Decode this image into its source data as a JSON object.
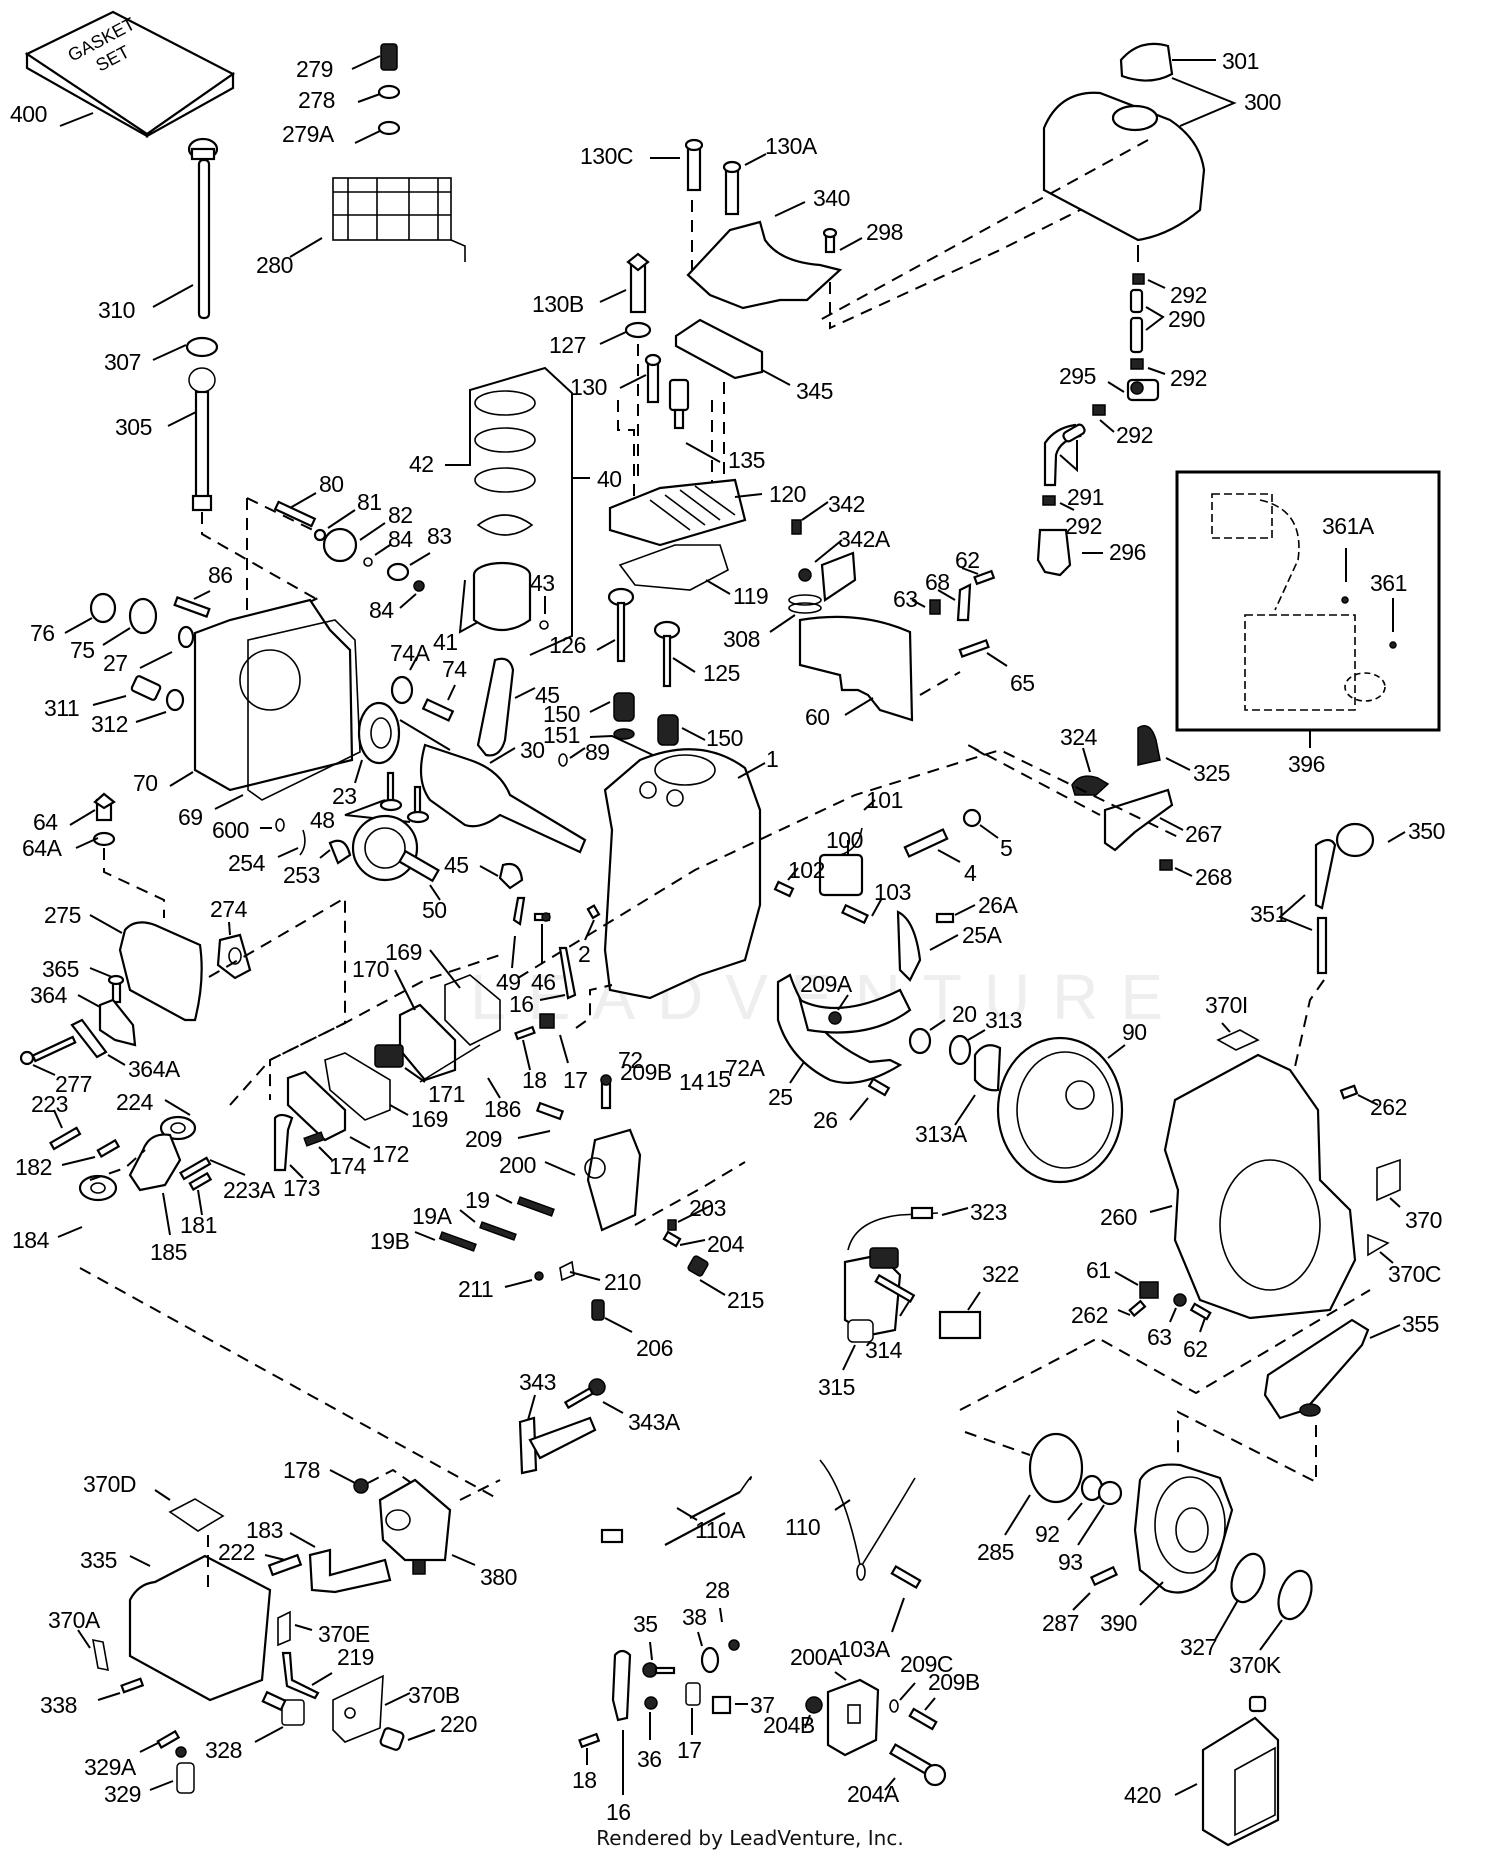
{
  "diagram": {
    "title": "Engine exploded parts diagram",
    "gasket_set_text": [
      "GASKET",
      "SET"
    ],
    "footer": "Rendered by LeadVenture, Inc.",
    "watermark": "LEADVENTURE",
    "callouts": [
      {
        "id": "400",
        "label": "400"
      },
      {
        "id": "279",
        "label": "279"
      },
      {
        "id": "278",
        "label": "278"
      },
      {
        "id": "279A",
        "label": "279A"
      },
      {
        "id": "280",
        "label": "280"
      },
      {
        "id": "310",
        "label": "310"
      },
      {
        "id": "307",
        "label": "307"
      },
      {
        "id": "305",
        "label": "305"
      },
      {
        "id": "130C",
        "label": "130C"
      },
      {
        "id": "130A",
        "label": "130A"
      },
      {
        "id": "340",
        "label": "340"
      },
      {
        "id": "298",
        "label": "298"
      },
      {
        "id": "130B",
        "label": "130B"
      },
      {
        "id": "127",
        "label": "127"
      },
      {
        "id": "130",
        "label": "130"
      },
      {
        "id": "345",
        "label": "345"
      },
      {
        "id": "301",
        "label": "301"
      },
      {
        "id": "300",
        "label": "300"
      },
      {
        "id": "292a",
        "label": "292"
      },
      {
        "id": "290",
        "label": "290"
      },
      {
        "id": "292b",
        "label": "292"
      },
      {
        "id": "295",
        "label": "295"
      },
      {
        "id": "292c",
        "label": "292"
      },
      {
        "id": "291",
        "label": "291"
      },
      {
        "id": "292d",
        "label": "292"
      },
      {
        "id": "296",
        "label": "296"
      },
      {
        "id": "42",
        "label": "42"
      },
      {
        "id": "40",
        "label": "40"
      },
      {
        "id": "135",
        "label": "135"
      },
      {
        "id": "120",
        "label": "120"
      },
      {
        "id": "80",
        "label": "80"
      },
      {
        "id": "81",
        "label": "81"
      },
      {
        "id": "82",
        "label": "82"
      },
      {
        "id": "84a",
        "label": "84"
      },
      {
        "id": "83",
        "label": "83"
      },
      {
        "id": "84b",
        "label": "84"
      },
      {
        "id": "43",
        "label": "43"
      },
      {
        "id": "41",
        "label": "41"
      },
      {
        "id": "86",
        "label": "86"
      },
      {
        "id": "76",
        "label": "76"
      },
      {
        "id": "75",
        "label": "75"
      },
      {
        "id": "27",
        "label": "27"
      },
      {
        "id": "311",
        "label": "311"
      },
      {
        "id": "312",
        "label": "312"
      },
      {
        "id": "70",
        "label": "70"
      },
      {
        "id": "69",
        "label": "69"
      },
      {
        "id": "74A",
        "label": "74A"
      },
      {
        "id": "74",
        "label": "74"
      },
      {
        "id": "23",
        "label": "23"
      },
      {
        "id": "45a",
        "label": "45"
      },
      {
        "id": "30",
        "label": "30"
      },
      {
        "id": "342",
        "label": "342"
      },
      {
        "id": "342A",
        "label": "342A"
      },
      {
        "id": "119",
        "label": "119"
      },
      {
        "id": "308",
        "label": "308"
      },
      {
        "id": "126",
        "label": "126"
      },
      {
        "id": "125",
        "label": "125"
      },
      {
        "id": "150a",
        "label": "150"
      },
      {
        "id": "151",
        "label": "151"
      },
      {
        "id": "150b",
        "label": "150"
      },
      {
        "id": "62a",
        "label": "62"
      },
      {
        "id": "68",
        "label": "68"
      },
      {
        "id": "63a",
        "label": "63"
      },
      {
        "id": "65",
        "label": "65"
      },
      {
        "id": "60",
        "label": "60"
      },
      {
        "id": "361A",
        "label": "361A"
      },
      {
        "id": "361",
        "label": "361"
      },
      {
        "id": "396",
        "label": "396"
      },
      {
        "id": "324",
        "label": "324"
      },
      {
        "id": "325",
        "label": "325"
      },
      {
        "id": "267",
        "label": "267"
      },
      {
        "id": "268",
        "label": "268"
      },
      {
        "id": "350",
        "label": "350"
      },
      {
        "id": "351",
        "label": "351"
      },
      {
        "id": "1",
        "label": "1"
      },
      {
        "id": "89",
        "label": "89"
      },
      {
        "id": "64",
        "label": "64"
      },
      {
        "id": "64A",
        "label": "64A"
      },
      {
        "id": "600",
        "label": "600"
      },
      {
        "id": "48",
        "label": "48"
      },
      {
        "id": "254",
        "label": "254"
      },
      {
        "id": "253",
        "label": "253"
      },
      {
        "id": "50",
        "label": "50"
      },
      {
        "id": "45b",
        "label": "45"
      },
      {
        "id": "101",
        "label": "101"
      },
      {
        "id": "100",
        "label": "100"
      },
      {
        "id": "4",
        "label": "4"
      },
      {
        "id": "5",
        "label": "5"
      },
      {
        "id": "102",
        "label": "102"
      },
      {
        "id": "103",
        "label": "103"
      },
      {
        "id": "26A",
        "label": "26A"
      },
      {
        "id": "25A",
        "label": "25A"
      },
      {
        "id": "275",
        "label": "275"
      },
      {
        "id": "274",
        "label": "274"
      },
      {
        "id": "365",
        "label": "365"
      },
      {
        "id": "364",
        "label": "364"
      },
      {
        "id": "364A",
        "label": "364A"
      },
      {
        "id": "277",
        "label": "277"
      },
      {
        "id": "49",
        "label": "49"
      },
      {
        "id": "46",
        "label": "46"
      },
      {
        "id": "2",
        "label": "2"
      },
      {
        "id": "16a",
        "label": "16"
      },
      {
        "id": "169a",
        "label": "169"
      },
      {
        "id": "170",
        "label": "170"
      },
      {
        "id": "209A",
        "label": "209A"
      },
      {
        "id": "20",
        "label": "20"
      },
      {
        "id": "313",
        "label": "313"
      },
      {
        "id": "90",
        "label": "90"
      },
      {
        "id": "370I",
        "label": "370I"
      },
      {
        "id": "18a",
        "label": "18"
      },
      {
        "id": "17a",
        "label": "17"
      },
      {
        "id": "72",
        "label": "72"
      },
      {
        "id": "72A",
        "label": "72A"
      },
      {
        "id": "171",
        "label": "171"
      },
      {
        "id": "186",
        "label": "186"
      },
      {
        "id": "169b",
        "label": "169"
      },
      {
        "id": "172",
        "label": "172"
      },
      {
        "id": "209B",
        "label": "209B"
      },
      {
        "id": "14",
        "label": "14"
      },
      {
        "id": "15",
        "label": "15"
      },
      {
        "id": "25",
        "label": "25"
      },
      {
        "id": "26",
        "label": "26"
      },
      {
        "id": "313A",
        "label": "313A"
      },
      {
        "id": "262a",
        "label": "262"
      },
      {
        "id": "223",
        "label": "223"
      },
      {
        "id": "224",
        "label": "224"
      },
      {
        "id": "182",
        "label": "182"
      },
      {
        "id": "223A",
        "label": "223A"
      },
      {
        "id": "174",
        "label": "174"
      },
      {
        "id": "173",
        "label": "173"
      },
      {
        "id": "209",
        "label": "209"
      },
      {
        "id": "200",
        "label": "200"
      },
      {
        "id": "203",
        "label": "203"
      },
      {
        "id": "204",
        "label": "204"
      },
      {
        "id": "260",
        "label": "260"
      },
      {
        "id": "370",
        "label": "370"
      },
      {
        "id": "184",
        "label": "184"
      },
      {
        "id": "185",
        "label": "185"
      },
      {
        "id": "181",
        "label": "181"
      },
      {
        "id": "19A",
        "label": "19A"
      },
      {
        "id": "19",
        "label": "19"
      },
      {
        "id": "19B",
        "label": "19B"
      },
      {
        "id": "323",
        "label": "323"
      },
      {
        "id": "322",
        "label": "322"
      },
      {
        "id": "61",
        "label": "61"
      },
      {
        "id": "370C",
        "label": "370C"
      },
      {
        "id": "211",
        "label": "211"
      },
      {
        "id": "210",
        "label": "210"
      },
      {
        "id": "215",
        "label": "215"
      },
      {
        "id": "262b",
        "label": "262"
      },
      {
        "id": "63b",
        "label": "63"
      },
      {
        "id": "62b",
        "label": "62"
      },
      {
        "id": "355",
        "label": "355"
      },
      {
        "id": "206",
        "label": "206"
      },
      {
        "id": "315",
        "label": "315"
      },
      {
        "id": "314",
        "label": "314"
      },
      {
        "id": "343",
        "label": "343"
      },
      {
        "id": "343A",
        "label": "343A"
      },
      {
        "id": "178",
        "label": "178"
      },
      {
        "id": "370D",
        "label": "370D"
      },
      {
        "id": "183",
        "label": "183"
      },
      {
        "id": "222",
        "label": "222"
      },
      {
        "id": "110A",
        "label": "110A"
      },
      {
        "id": "110",
        "label": "110"
      },
      {
        "id": "285",
        "label": "285"
      },
      {
        "id": "92",
        "label": "92"
      },
      {
        "id": "93",
        "label": "93"
      },
      {
        "id": "335",
        "label": "335"
      },
      {
        "id": "380",
        "label": "380"
      },
      {
        "id": "370A",
        "label": "370A"
      },
      {
        "id": "370E",
        "label": "370E"
      },
      {
        "id": "219",
        "label": "219"
      },
      {
        "id": "28",
        "label": "28"
      },
      {
        "id": "38",
        "label": "38"
      },
      {
        "id": "35",
        "label": "35"
      },
      {
        "id": "103A",
        "label": "103A"
      },
      {
        "id": "200A",
        "label": "200A"
      },
      {
        "id": "209C",
        "label": "209C"
      },
      {
        "id": "209B2",
        "label": "209B"
      },
      {
        "id": "287",
        "label": "287"
      },
      {
        "id": "390",
        "label": "390"
      },
      {
        "id": "327",
        "label": "327"
      },
      {
        "id": "370K",
        "label": "370K"
      },
      {
        "id": "338",
        "label": "338"
      },
      {
        "id": "370B",
        "label": "370B"
      },
      {
        "id": "220",
        "label": "220"
      },
      {
        "id": "328",
        "label": "328"
      },
      {
        "id": "37",
        "label": "37"
      },
      {
        "id": "204B",
        "label": "204B"
      },
      {
        "id": "36",
        "label": "36"
      },
      {
        "id": "17b",
        "label": "17"
      },
      {
        "id": "329A",
        "label": "329A"
      },
      {
        "id": "329",
        "label": "329"
      },
      {
        "id": "18b",
        "label": "18"
      },
      {
        "id": "16b",
        "label": "16"
      },
      {
        "id": "204A",
        "label": "204A"
      },
      {
        "id": "420",
        "label": "420"
      }
    ]
  }
}
